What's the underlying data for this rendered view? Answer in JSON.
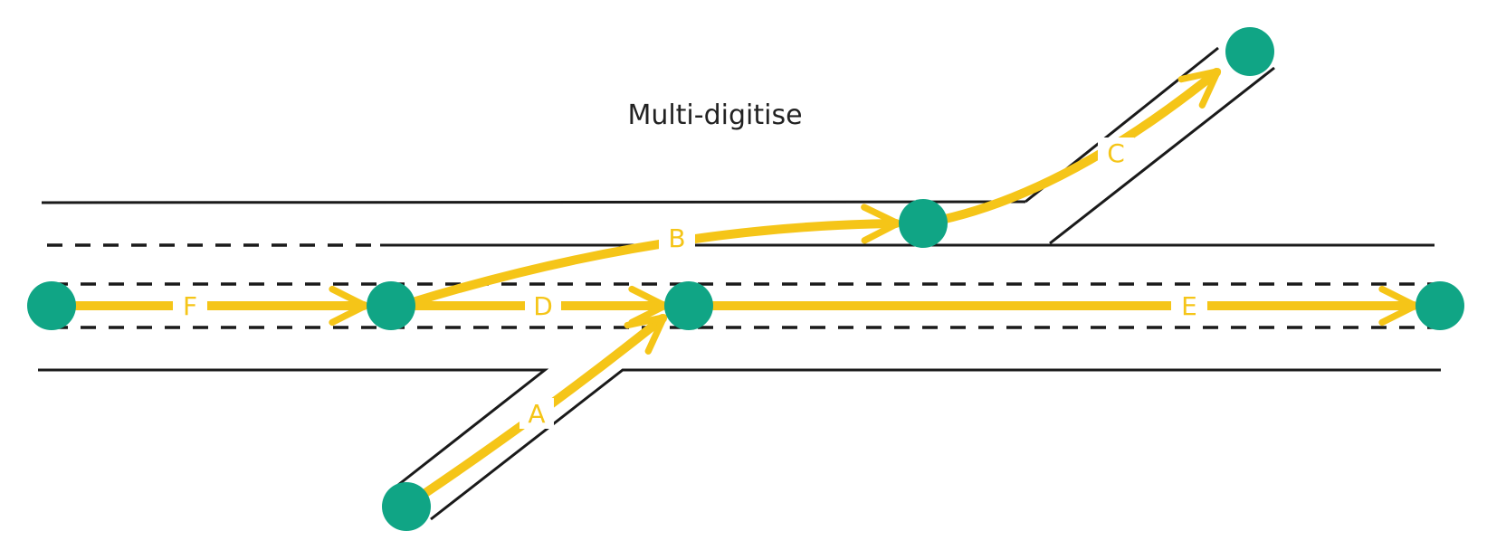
{
  "title": "Multi-digitise",
  "colors": {
    "road": "#1a1a1a",
    "arrow": "#f5c518",
    "node": "#10a585",
    "background": "#ffffff"
  },
  "edges": [
    {
      "id": "F",
      "label": "F"
    },
    {
      "id": "D",
      "label": "D"
    },
    {
      "id": "E",
      "label": "E"
    },
    {
      "id": "B",
      "label": "B"
    },
    {
      "id": "C",
      "label": "C"
    },
    {
      "id": "A",
      "label": "A"
    }
  ]
}
